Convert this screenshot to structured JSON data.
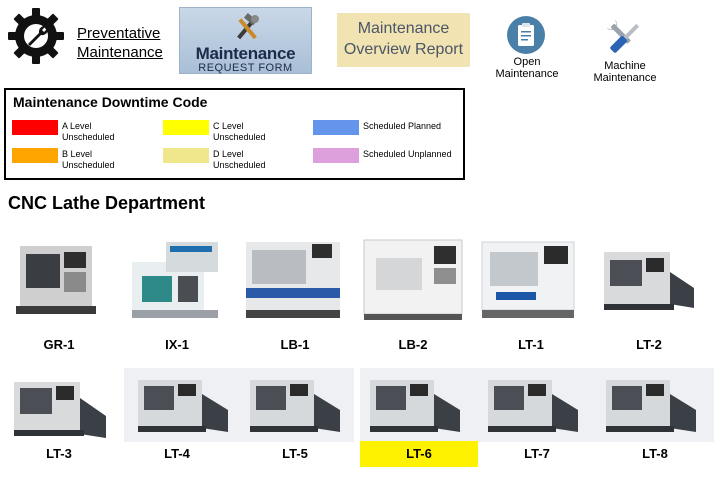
{
  "toolbar": {
    "pm_line1": "Preventative",
    "pm_line2": "Maintenance",
    "mrf_title": "Maintenance",
    "mrf_sub": "REQUEST FORM",
    "mor_line1": "Maintenance",
    "mor_line2": "Overview Report",
    "om_line1": "Open",
    "om_line2": "Maintenance",
    "mm_line1": "Machine",
    "mm_line2": "Maintenance"
  },
  "legend": {
    "title": "Maintenance Downtime Code",
    "items": [
      {
        "label": "A Level\nUnscheduled",
        "color": "#ff0000"
      },
      {
        "label": "B Level\nUnscheduled",
        "color": "#ffa500"
      },
      {
        "label": "C Level\nUnscheduled",
        "color": "#ffff00"
      },
      {
        "label": "D Level\nUnscheduled",
        "color": "#f0e68c"
      },
      {
        "label": "Scheduled Planned",
        "color": "#6495ed"
      },
      {
        "label": "Scheduled Unplanned",
        "color": "#dda0dd"
      }
    ]
  },
  "department": {
    "title": "CNC Lathe Department"
  },
  "machines": [
    {
      "label": "GR-1"
    },
    {
      "label": "IX-1"
    },
    {
      "label": "LB-1"
    },
    {
      "label": "LB-2"
    },
    {
      "label": "LT-1"
    },
    {
      "label": "LT-2"
    },
    {
      "label": "LT-3"
    },
    {
      "label": "LT-4"
    },
    {
      "label": "LT-5"
    },
    {
      "label": "LT-6",
      "status_color": "#fff200"
    },
    {
      "label": "LT-7"
    },
    {
      "label": "LT-8"
    }
  ]
}
